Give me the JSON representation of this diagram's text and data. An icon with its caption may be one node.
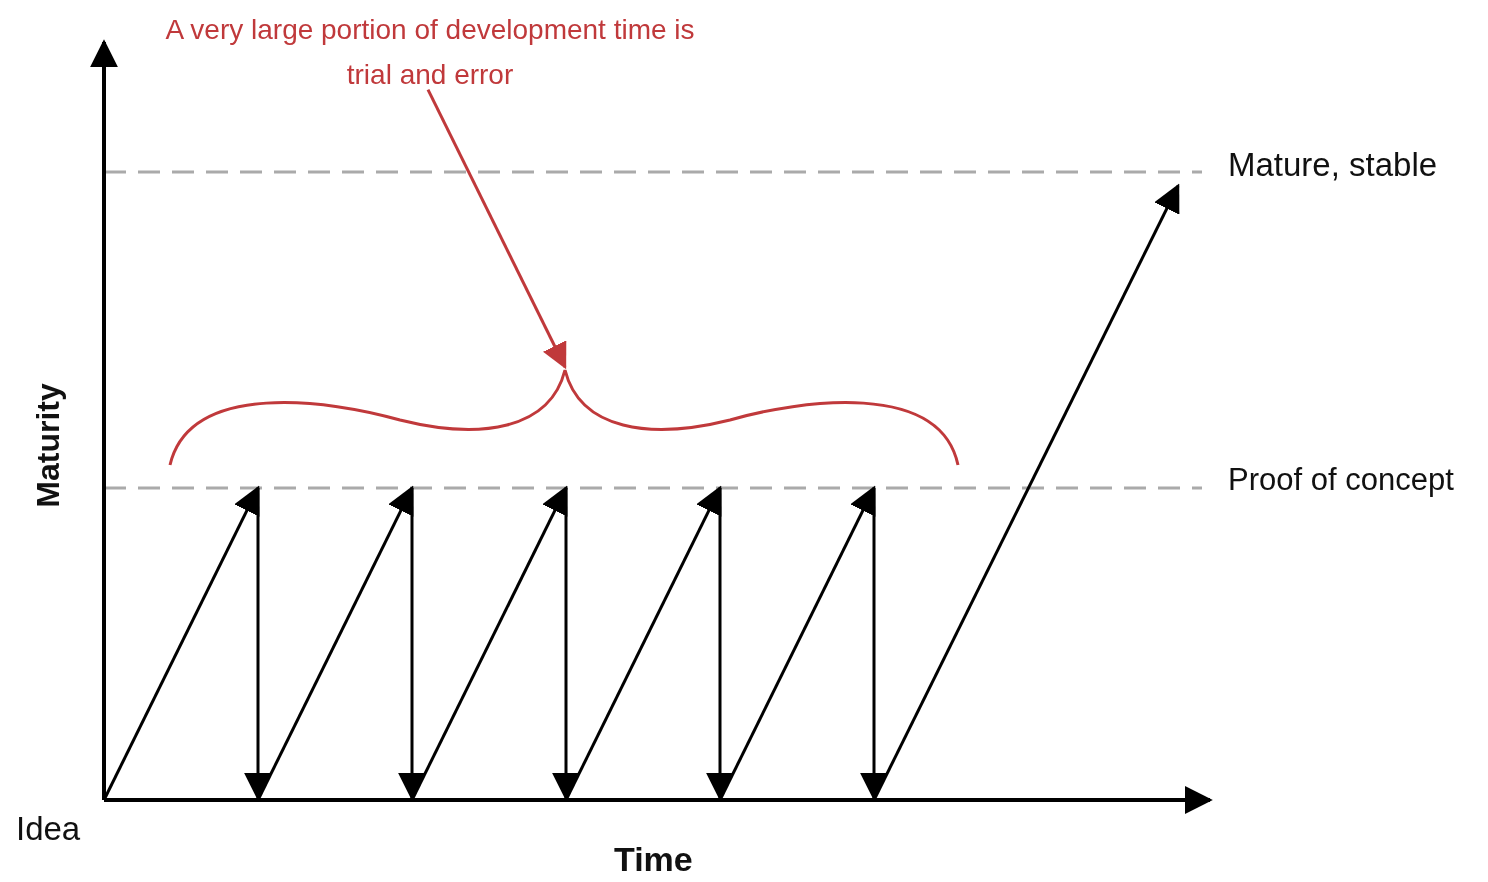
{
  "diagram": {
    "nodes": [
      {
        "text": [
          "A very large portion of development time is trial and error"
        ]
      },
      {
        "text": [],
        "shape": "brace"
      }
    ],
    "edges": [
      {
        "from": 0,
        "to": 1,
        "arrow": "to",
        "color": "#c0393b"
      }
    ],
    "labels": [
      "Mature, stable",
      "Maturity",
      "Proof of concept",
      "Idea",
      "Time"
    ]
  }
}
